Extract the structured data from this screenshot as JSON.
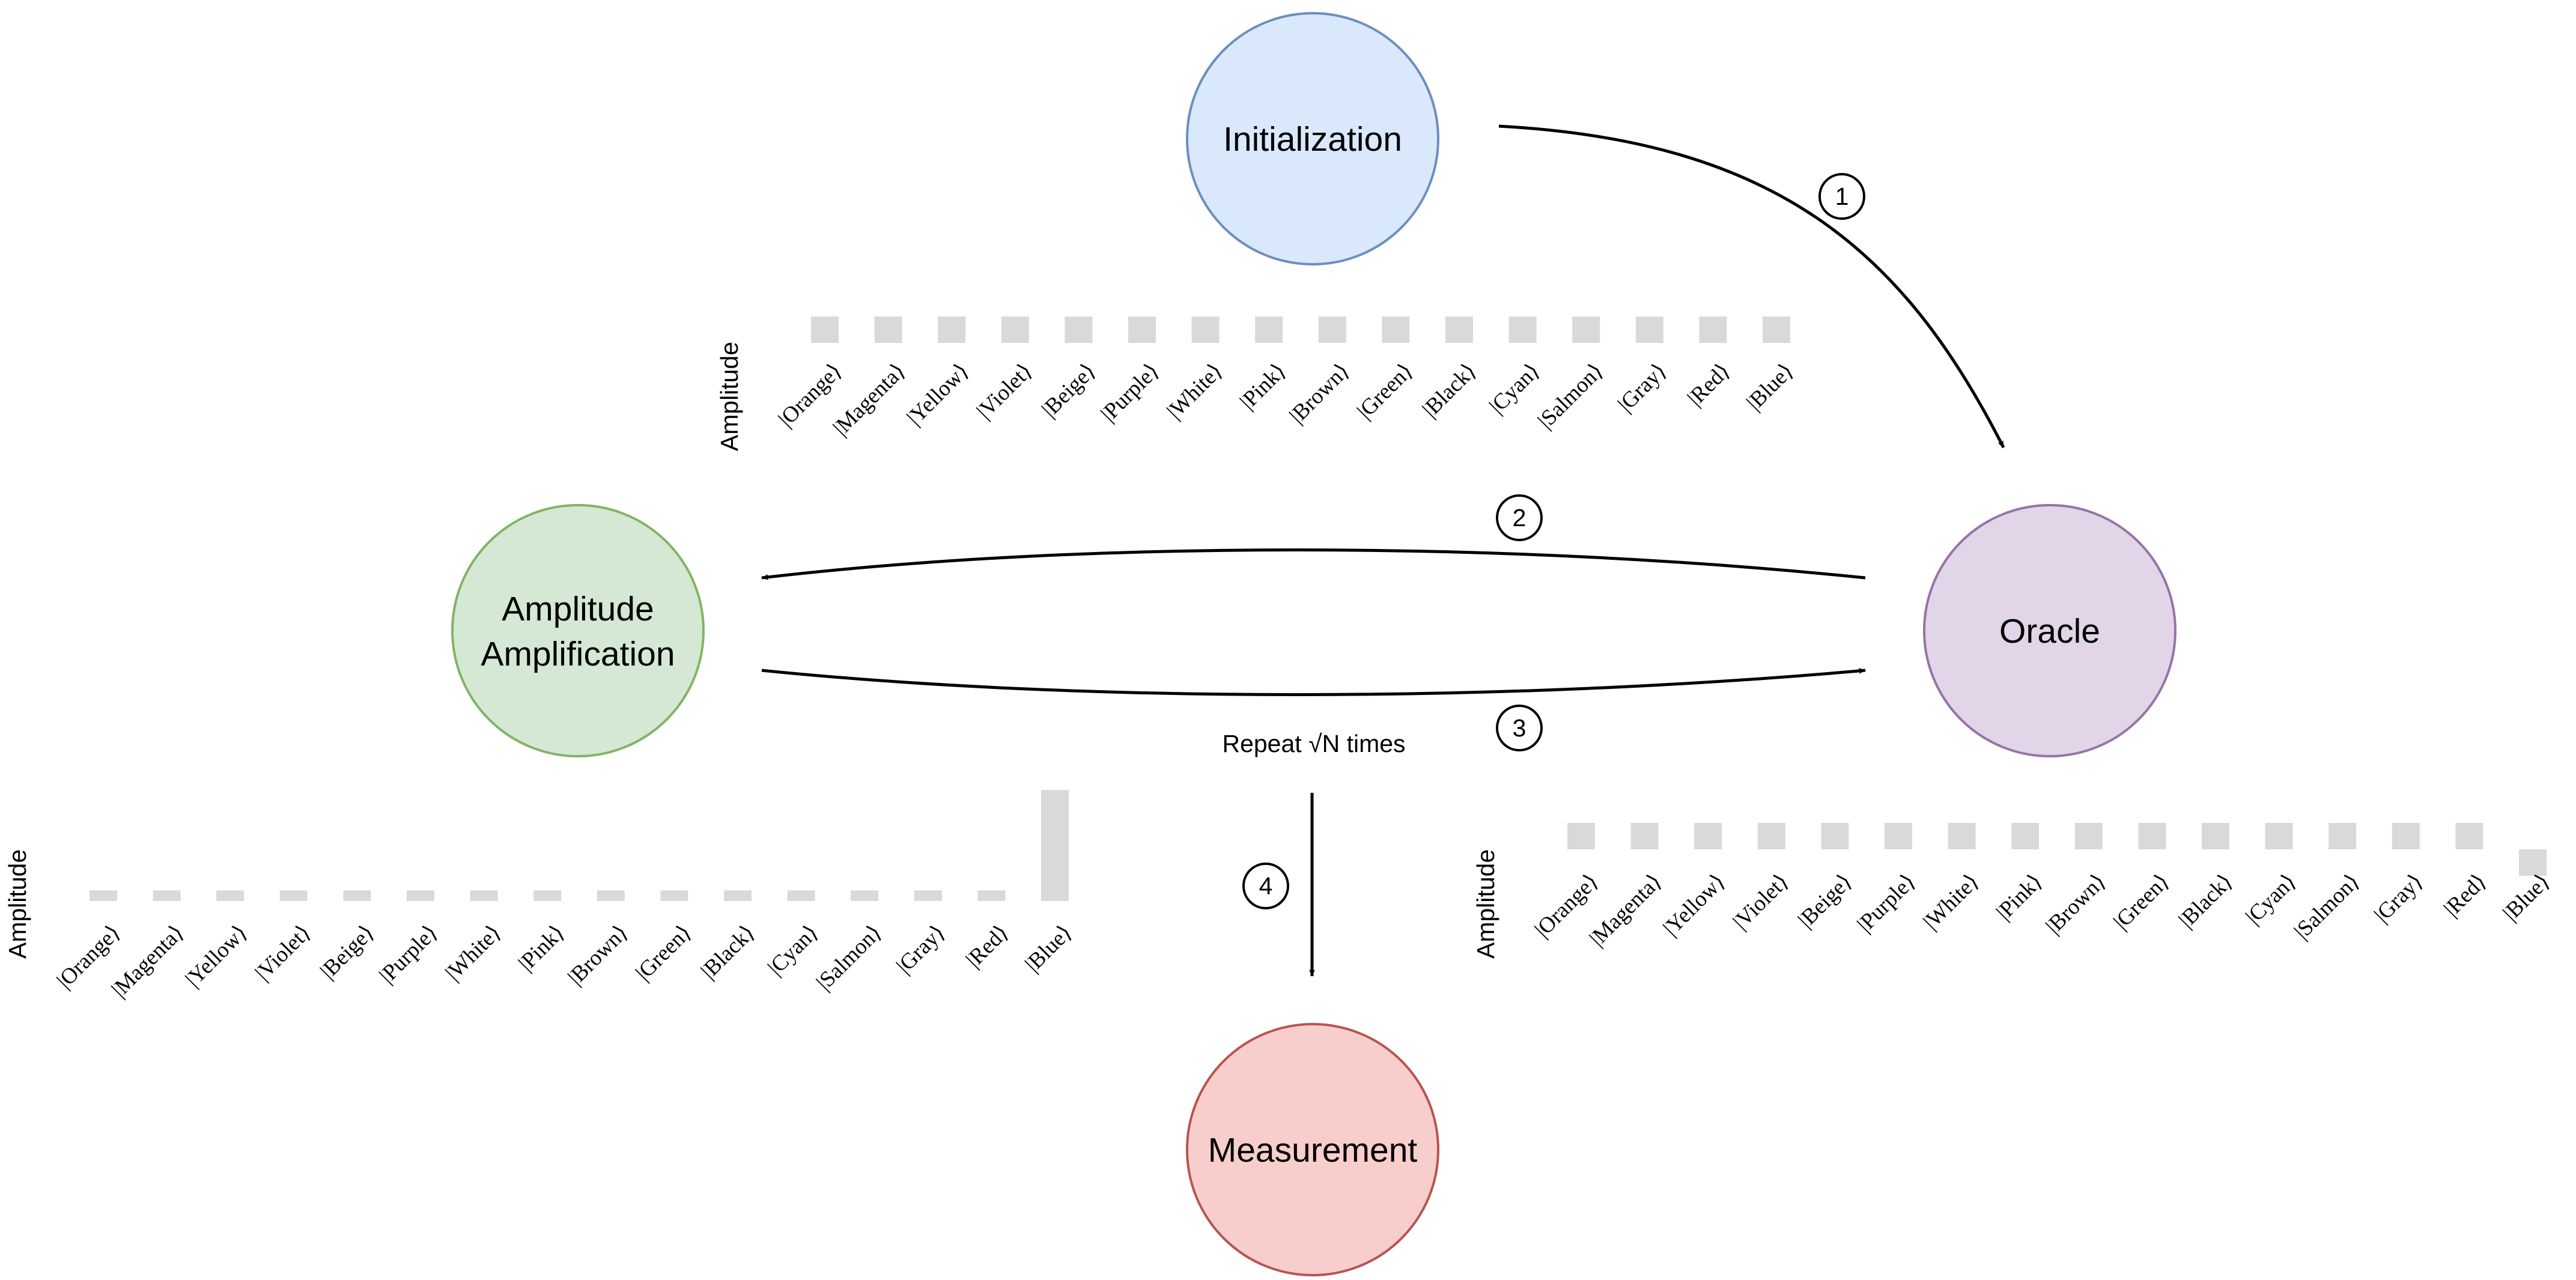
{
  "nodes": {
    "initialization": "Initialization",
    "oracle": "Oracle",
    "amplification_line1": "Amplitude",
    "amplification_line2": "Amplification",
    "measurement": "Measurement"
  },
  "steps": [
    "1",
    "2",
    "3",
    "4"
  ],
  "repeat_note": "Repeat √N times",
  "colors": {
    "initialization_fill": "#dae8fc",
    "initialization_stroke": "#6c8ebf",
    "oracle_fill": "#e1d5e7",
    "oracle_stroke": "#9673a6",
    "amplification_fill": "#d5e8d4",
    "amplification_stroke": "#82b366",
    "measurement_fill": "#f8cecc",
    "measurement_stroke": "#b85450",
    "bar": "#d9d9d9"
  },
  "chart_data": [
    {
      "type": "bar",
      "ylabel": "Amplitude",
      "categories": [
        "|Orange⟩",
        "|Magenta⟩",
        "|Yellow⟩",
        "|Violet⟩",
        "|Beige⟩",
        "|Purple⟩",
        "|White⟩",
        "|Pink⟩",
        "|Brown⟩",
        "|Green⟩",
        "|Black⟩",
        "|Cyan⟩",
        "|Salmon⟩",
        "|Gray⟩",
        "|Red⟩",
        "|Blue⟩"
      ],
      "values": [
        1,
        1,
        1,
        1,
        1,
        1,
        1,
        1,
        1,
        1,
        1,
        1,
        1,
        1,
        1,
        1
      ]
    },
    {
      "type": "bar",
      "ylabel": "Amplitude",
      "categories": [
        "|Orange⟩",
        "|Magenta⟩",
        "|Yellow⟩",
        "|Violet⟩",
        "|Beige⟩",
        "|Purple⟩",
        "|White⟩",
        "|Pink⟩",
        "|Brown⟩",
        "|Green⟩",
        "|Black⟩",
        "|Cyan⟩",
        "|Salmon⟩",
        "|Gray⟩",
        "|Red⟩",
        "|Blue⟩"
      ],
      "values": [
        1,
        1,
        1,
        1,
        1,
        1,
        1,
        1,
        1,
        1,
        1,
        1,
        1,
        1,
        1,
        -1
      ]
    },
    {
      "type": "bar",
      "ylabel": "Amplitude",
      "categories": [
        "|Orange⟩",
        "|Magenta⟩",
        "|Yellow⟩",
        "|Violet⟩",
        "|Beige⟩",
        "|Purple⟩",
        "|White⟩",
        "|Pink⟩",
        "|Brown⟩",
        "|Green⟩",
        "|Black⟩",
        "|Cyan⟩",
        "|Salmon⟩",
        "|Gray⟩",
        "|Red⟩",
        "|Blue⟩"
      ],
      "values": [
        0.4,
        0.4,
        0.4,
        0.4,
        0.4,
        0.4,
        0.4,
        0.4,
        0.4,
        0.4,
        0.4,
        0.4,
        0.4,
        0.4,
        0.4,
        4.2
      ]
    }
  ]
}
